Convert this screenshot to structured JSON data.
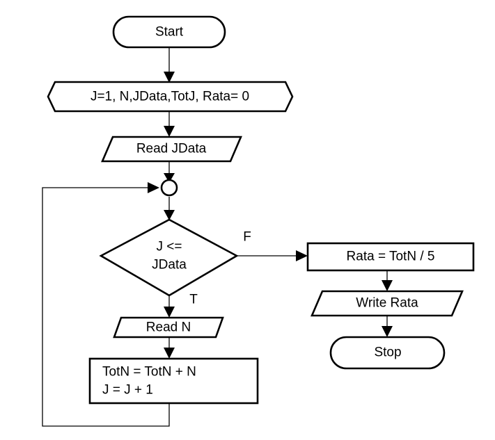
{
  "nodes": {
    "start": "Start",
    "init": "J=1, N,JData,TotJ, Rata= 0",
    "read_jdata": "Read  JData",
    "decision_line1": "J <=",
    "decision_line2": "JData",
    "read_n": "Read  N",
    "process_line1": "TotN = TotN + N",
    "process_line2": "J = J + 1",
    "rata": "Rata = TotN / 5",
    "write_rata": "Write Rata",
    "stop": "Stop"
  },
  "edges": {
    "false_label": "F",
    "true_label": "T"
  }
}
